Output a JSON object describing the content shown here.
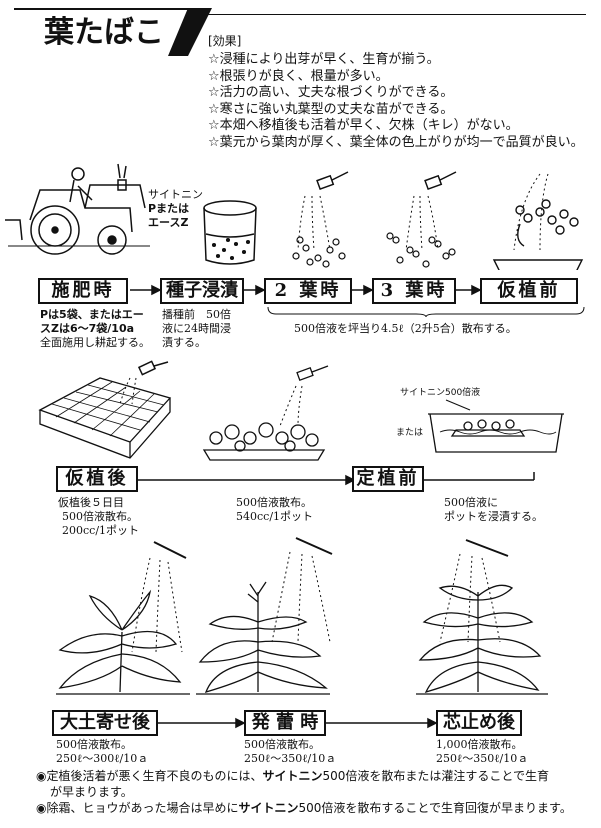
{
  "title": "葉たばこ",
  "effects": {
    "heading": "[効果]",
    "items": [
      "☆浸種により出芽が早く、生育が揃う。",
      "☆根張りが良く、根量が多い。",
      "☆活力の高い、丈夫な根づくりができる。",
      "☆寒さに強い丸葉型の丈夫な苗ができる。",
      "☆本畑へ移植後も活着が早く、欠株（キレ）がない。",
      "☆葉元から葉肉が厚く、葉全体の色上がりが均一で品質が良い。"
    ]
  },
  "illustration": {
    "product_label": "サイトニン",
    "product_sub1": "Pまたは",
    "product_sub2": "エースZ",
    "or_label": "または",
    "dip_label": "サイトニン500倍液"
  },
  "row1": {
    "stages": [
      "施肥時",
      "種子浸漬",
      "2 葉時",
      "3 葉時",
      "仮植前"
    ],
    "notes": {
      "fertilize_1": "Pは5袋、またはエー",
      "fertilize_2": "スZは6〜7袋/10a",
      "fertilize_3": "全面施用し耕起する。",
      "soak_1": "播種前　50倍",
      "soak_2": "液に24時間浸",
      "soak_3": "漬する。",
      "span": "500倍液を坪当り4.5ℓ（2升5合）散布する。"
    }
  },
  "row2": {
    "stages": [
      "仮植後",
      "定植前"
    ],
    "notes": {
      "a1": "仮植後５日目",
      "a2": "500倍液散布。",
      "a3": "200cc/1ポット",
      "b1": "500倍液散布。",
      "b2": "540cc/1ポット",
      "c1": "500倍液に",
      "c2": "ポットを浸漬する。"
    }
  },
  "row3": {
    "stages": [
      "大土寄せ後",
      "発 蕾 時",
      "芯止め後"
    ],
    "notes": {
      "a1": "500倍液散布。",
      "a2": "250ℓ〜300ℓ/10ａ",
      "b1": "500倍液散布。",
      "b2": "250ℓ〜350ℓ/10ａ",
      "c1": "1,000倍液散布。",
      "c2": "250ℓ〜350ℓ/10ａ"
    }
  },
  "footer": {
    "line1_pre": "◉定植後活着が悪く生育不良のものには、",
    "line1_bold": "サイトニン",
    "line1_post": "500倍液を散布または灌注することで生育",
    "line1_cont": "が早まります。",
    "line2_pre": "◉除霜、ヒョウがあった場合は早めに",
    "line2_bold": "サイトニン",
    "line2_post": "500倍液を散布することで生育回復が早まります。"
  }
}
